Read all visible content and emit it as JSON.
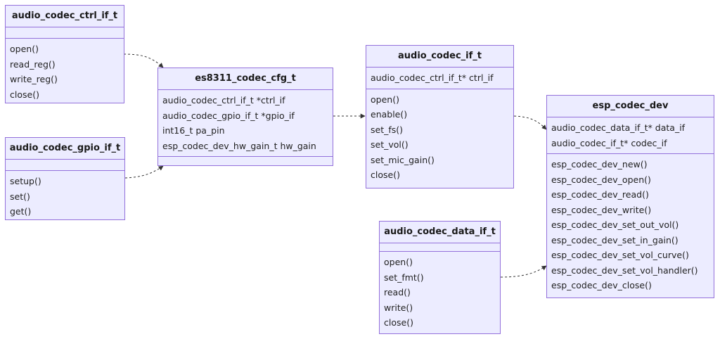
{
  "classes": {
    "ctrl_if": {
      "name": "audio_codec_ctrl_if_t",
      "attributes": [],
      "methods": [
        "open()",
        "read_reg()",
        "write_reg()",
        "close()"
      ]
    },
    "gpio_if": {
      "name": "audio_codec_gpio_if_t",
      "attributes": [],
      "methods": [
        "setup()",
        "set()",
        "get()"
      ]
    },
    "es8311_cfg": {
      "name": "es8311_codec_cfg_t",
      "attributes": [
        "audio_codec_ctrl_if_t *ctrl_if",
        "audio_codec_gpio_if_t *gpio_if",
        "int16_t pa_pin",
        "esp_codec_dev_hw_gain_t hw_gain"
      ],
      "methods": []
    },
    "codec_if": {
      "name": "audio_codec_if_t",
      "attributes": [
        "audio_codec_ctrl_if_t* ctrl_if"
      ],
      "methods": [
        "open()",
        "enable()",
        "set_fs()",
        "set_vol()",
        "set_mic_gain()",
        "close()"
      ]
    },
    "data_if": {
      "name": "audio_codec_data_if_t",
      "attributes": [],
      "methods": [
        "open()",
        "set_fmt()",
        "read()",
        "write()",
        "close()"
      ]
    },
    "codec_dev": {
      "name": "esp_codec_dev",
      "attributes": [
        "audio_codec_data_if_t* data_if",
        "audio_codec_if_t* codec_if"
      ],
      "methods": [
        "esp_codec_dev_new()",
        "esp_codec_dev_open()",
        "esp_codec_dev_read()",
        "esp_codec_dev_write()",
        "esp_codec_dev_set_out_vol()",
        "esp_codec_dev_set_in_gain()",
        "esp_codec_dev_set_vol_curve()",
        "esp_codec_dev_set_vol_handler()",
        "esp_codec_dev_close()"
      ]
    }
  },
  "colors": {
    "box_fill": "#ECECFF",
    "box_border": "#9370DB",
    "link": "#333333"
  }
}
